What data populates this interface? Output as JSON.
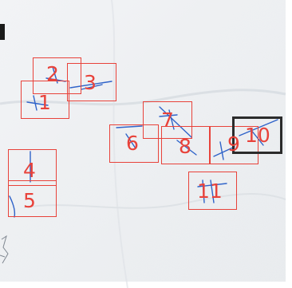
{
  "colors": {
    "annotation": "#e8423a",
    "stroke": "#2f63c9",
    "highlight_frame": "#2b2b2b",
    "background_light": "#eef0f2",
    "background_mid": "#d9dde2"
  },
  "highlighted_region": "10",
  "regions": [
    {
      "label": "1"
    },
    {
      "label": "2"
    },
    {
      "label": "3"
    },
    {
      "label": "4"
    },
    {
      "label": "5"
    },
    {
      "label": "6"
    },
    {
      "label": "7"
    },
    {
      "label": "8"
    },
    {
      "label": "9"
    },
    {
      "label": "10"
    },
    {
      "label": "11"
    }
  ]
}
